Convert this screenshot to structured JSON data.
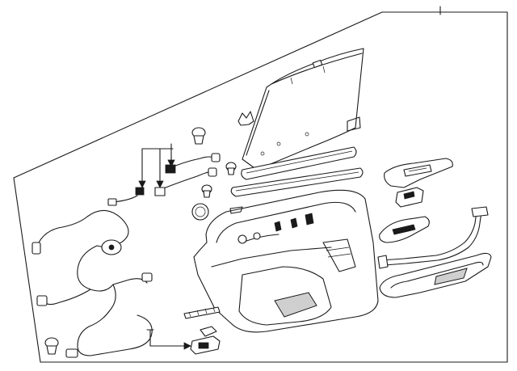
{
  "diagram": {
    "line_color": "#1a1a1a",
    "background_color": "#ffffff",
    "parts": [
      "boundary-panel",
      "window-regulator",
      "belt-molding-upper",
      "belt-molding-lower",
      "door-trim-panel",
      "switch-bezel",
      "switch",
      "inside-handle",
      "courtesy-lamp-harness",
      "armrest-pad",
      "wiring-harness-main",
      "wiring-harness-pigtails",
      "push-clips",
      "speaker",
      "retainer-brackets",
      "bracket-connector"
    ]
  }
}
